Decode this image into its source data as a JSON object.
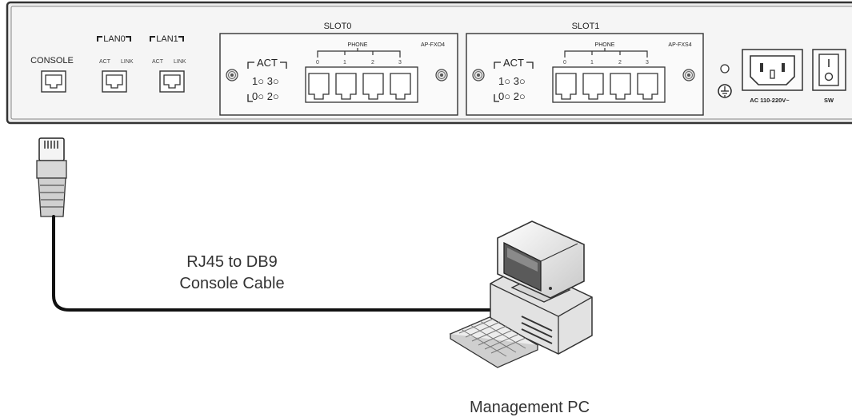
{
  "panel": {
    "console_label": "CONSOLE",
    "lan0": {
      "title": "LAN0",
      "act": "ACT",
      "link": "LINK"
    },
    "lan1": {
      "title": "LAN1",
      "act": "ACT",
      "link": "LINK"
    },
    "slots": [
      {
        "name": "SLOT0",
        "module": "AP-FXO4",
        "phone_label": "PHONE",
        "ports": [
          "0",
          "1",
          "2",
          "3"
        ],
        "act_title": "ACT",
        "act_row1": "1○ 3○",
        "act_row2": "0○ 2○"
      },
      {
        "name": "SLOT1",
        "module": "AP-FXS4",
        "phone_label": "PHONE",
        "ports": [
          "0",
          "1",
          "2",
          "3"
        ],
        "act_title": "ACT",
        "act_row1": "1○ 3○",
        "act_row2": "0○ 2○"
      }
    ],
    "power_label": "AC 110-220V~",
    "switch_label": "SW"
  },
  "cable_label": {
    "line1": "RJ45 to DB9",
    "line2": "Console Cable"
  },
  "pc_label": "Management PC",
  "icons": [
    "rj45-port-icon",
    "rj45-plug-icon",
    "ground-icon",
    "power-inlet-icon",
    "rocker-switch-icon",
    "computer-icon",
    "keyboard-icon",
    "screw-icon"
  ]
}
